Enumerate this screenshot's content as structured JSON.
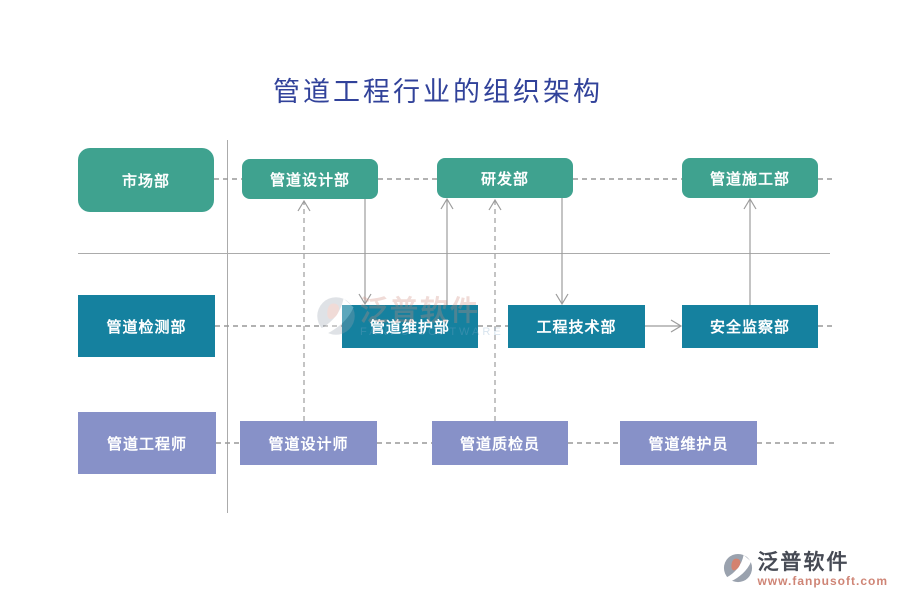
{
  "title": "管道工程行业的组织架构",
  "org": {
    "level1": [
      {
        "label": "市场部"
      },
      {
        "label": "管道设计部"
      },
      {
        "label": "研发部"
      },
      {
        "label": "管道施工部"
      }
    ],
    "level2": [
      {
        "label": "管道检测部"
      },
      {
        "label": "管道维护部"
      },
      {
        "label": "工程技术部"
      },
      {
        "label": "安全监察部"
      }
    ],
    "level3": [
      {
        "label": "管道工程师"
      },
      {
        "label": "管道设计师"
      },
      {
        "label": "管道质检员"
      },
      {
        "label": "管道维护员"
      }
    ]
  },
  "watermark_center": {
    "brand": "泛普软件",
    "brand_en": "FANPU SOFTWARE"
  },
  "watermark_footer": {
    "brand": "泛普软件",
    "url": "www.fanpusoft.com"
  },
  "colors": {
    "level1_green": "#3FA28F",
    "level2_teal": "#15819F",
    "level3_purple": "#8791C8",
    "title_blue": "#31429A",
    "line_gray": "#ABABAB",
    "watermark_salmon": "#CF8576"
  }
}
